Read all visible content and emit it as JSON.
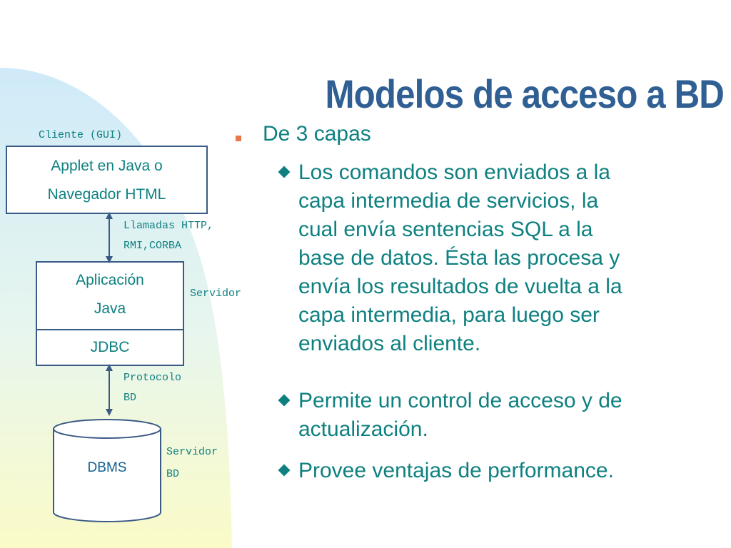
{
  "slide": {
    "title": "Modelos de acceso a BD"
  },
  "diagram": {
    "client_label": "Cliente (GUI)",
    "client_box_line1": "Applet en Java o",
    "client_box_line2": "Navegador HTML",
    "call_label_line1": "Llamadas HTTP,",
    "call_label_line2": "RMI,CORBA",
    "app_box_line1": "Aplicación",
    "app_box_line2": "Java",
    "jdbc_box": "JDBC",
    "server_label": "Servidor",
    "protocol_label_line1": "Protocolo",
    "protocol_label_line2": "BD",
    "dbms_label": "DBMS",
    "db_server_label_line1": "Servidor",
    "db_server_label_line2": "BD"
  },
  "bullets": {
    "level1": "De 3 capas",
    "items": [
      {
        "lines": [
          "Los comandos son enviados a la",
          "capa intermedia de servicios, la",
          "cual envía sentencias SQL a la",
          "base de datos. Ésta las procesa y",
          "envía los resultados de vuelta a la",
          "capa intermedia, para luego ser",
          "enviados al cliente."
        ]
      },
      {
        "lines": [
          "Permite un control de acceso y de",
          "actualización."
        ]
      },
      {
        "lines": [
          "Provee ventajas de performance."
        ]
      }
    ]
  },
  "colors": {
    "title": "#2f5f93",
    "text": "#0f8080",
    "box_border": "#3a5a86",
    "square_bullet": "#e8784a",
    "gradient_top": "#cfeaf9",
    "gradient_bottom": "#fbfbc8"
  }
}
